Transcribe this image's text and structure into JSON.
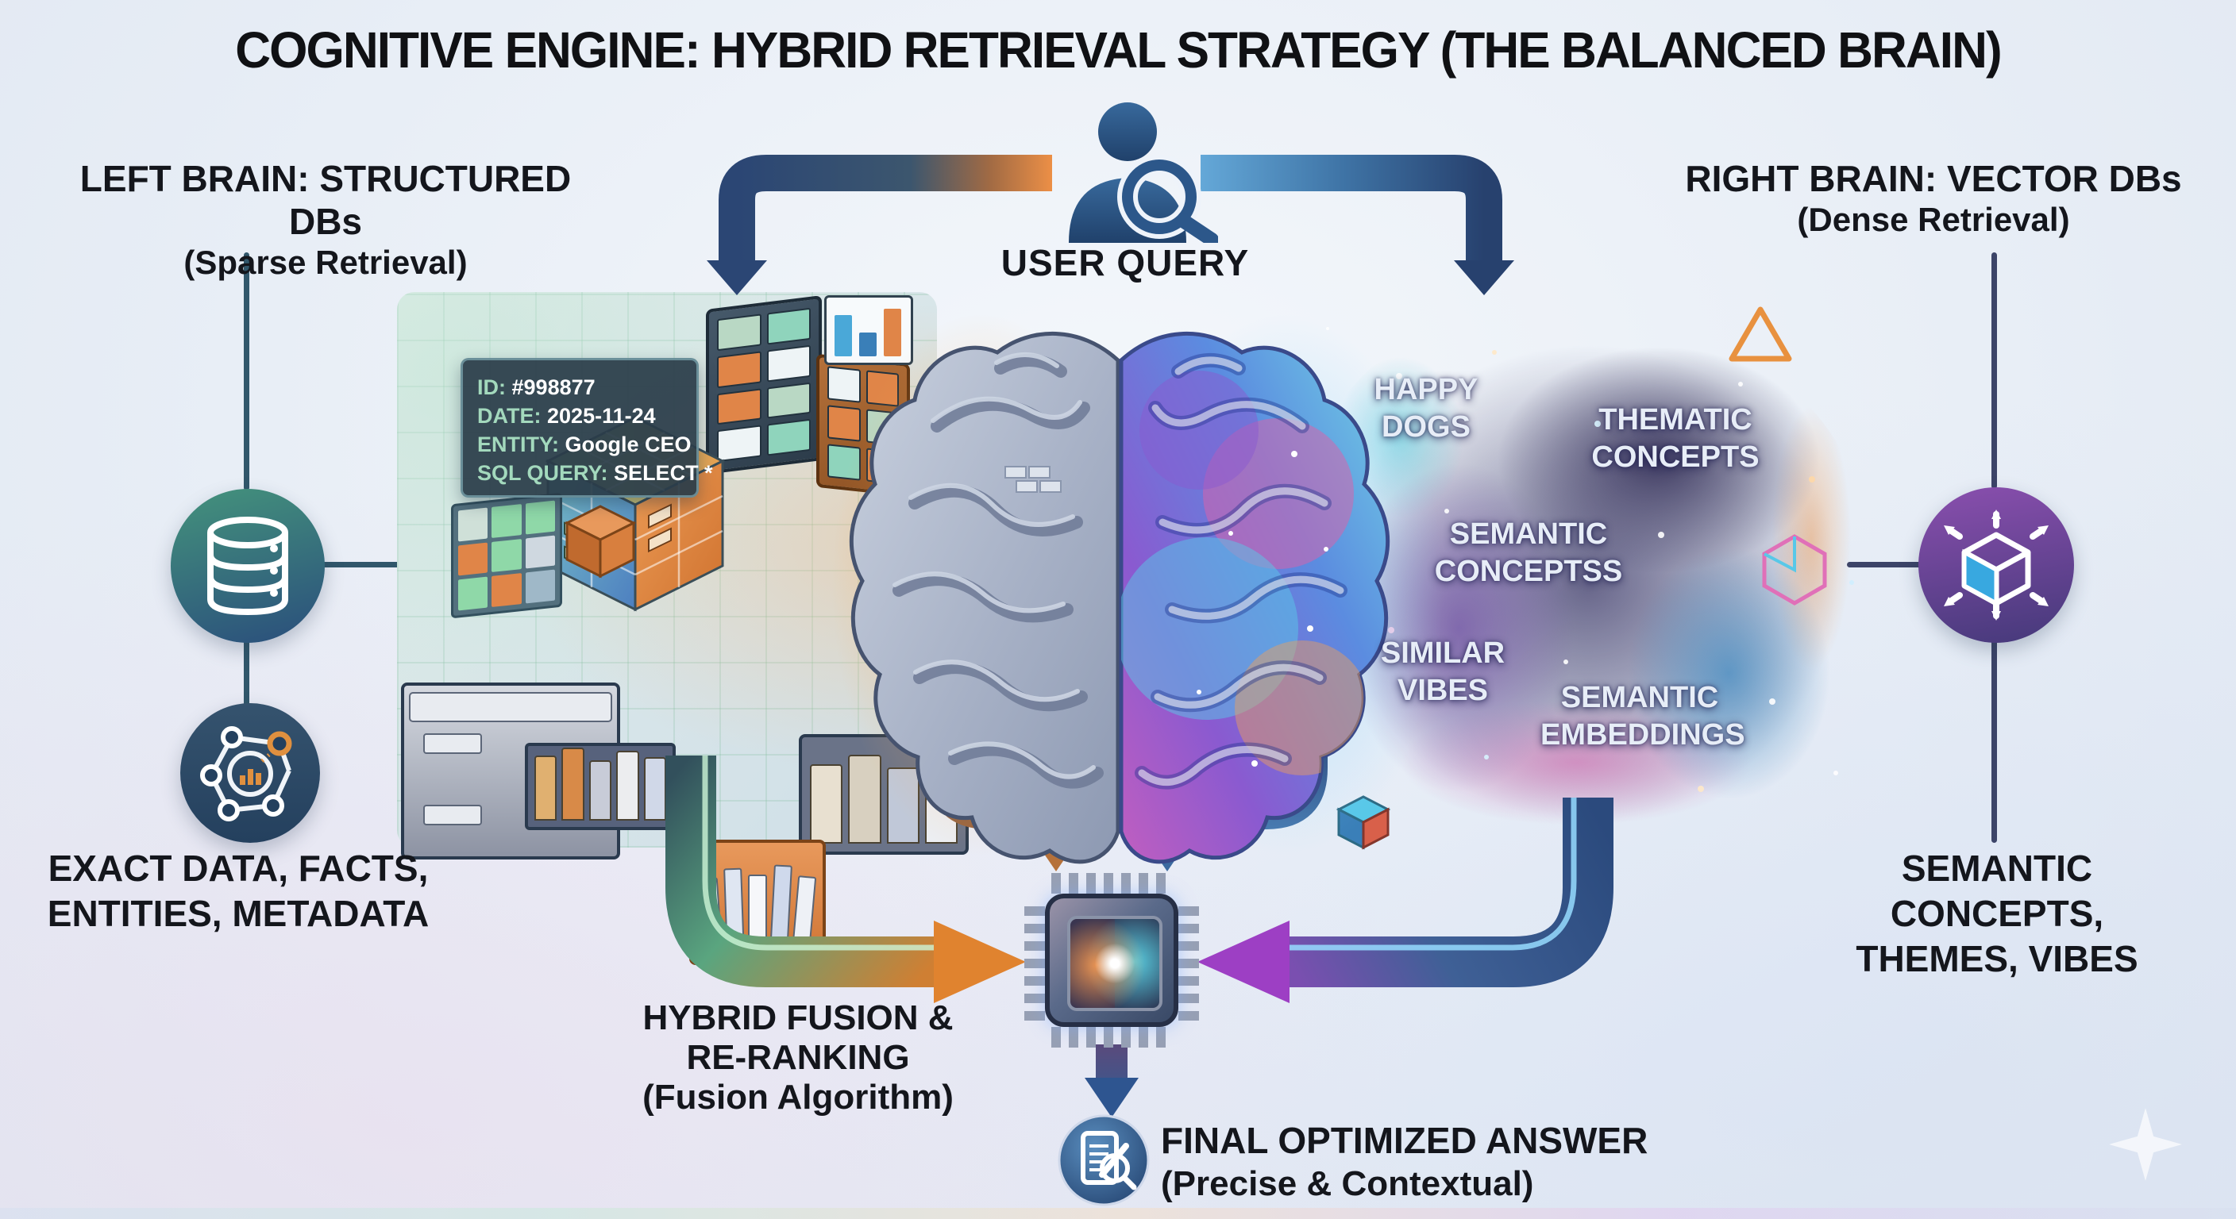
{
  "title": "COGNITIVE ENGINE: HYBRID RETRIEVAL STRATEGY (THE BALANCED BRAIN)",
  "user_query": {
    "label": "USER QUERY"
  },
  "left_brain": {
    "heading": "LEFT BRAIN: STRUCTURED DBs",
    "subheading": "(Sparse Retrieval)",
    "output_line1": "EXACT DATA, FACTS,",
    "output_line2": "ENTITIES, METADATA"
  },
  "right_brain": {
    "heading": "RIGHT BRAIN: VECTOR DBs",
    "subheading": "(Dense Retrieval)",
    "output_line1": "SEMANTIC CONCEPTS,",
    "output_line2": "THEMES, VIBES"
  },
  "sql_panel": {
    "rows": [
      {
        "label": "ID:",
        "value": "#998877"
      },
      {
        "label": "DATE:",
        "value": "2025-11-24"
      },
      {
        "label": "ENTITY:",
        "value": "Google CEO"
      },
      {
        "label": "SQL QUERY:",
        "value": "SELECT *"
      }
    ]
  },
  "vector_labels": {
    "happy_dogs": {
      "line1": "HAPPY",
      "line2": "DOGS"
    },
    "thematic_concepts": {
      "line1": "THEMATIC",
      "line2": "CONCEPTS"
    },
    "semantic_conceptss": {
      "line1": "SEMANTIC",
      "line2": "CONCEPTSS"
    },
    "similar_vibes": {
      "line1": "SIMILAR",
      "line2": "VIBES"
    },
    "semantic_embeddings": {
      "line1": "SEMANTIC",
      "line2": "EMBEDDINGS"
    }
  },
  "fusion": {
    "line1": "HYBRID FUSION &",
    "line2": "RE-RANKING",
    "line3": "(Fusion Algorithm)"
  },
  "final_answer": {
    "line1": "FINAL OPTIMIZED ANSWER",
    "line2": "(Precise & Contextual)"
  },
  "icons": {
    "user_query": "person-with-magnifier-icon",
    "structured_db": "database-cylinder-icon",
    "knowledge_graph": "network-graph-icon",
    "vector_space": "cube-arrows-icon",
    "fusion_chip": "cpu-chip-icon",
    "final_answer": "document-pen-magnifier-icon",
    "sparkle": "four-point-star-icon"
  },
  "colors": {
    "background": "#e8eef6",
    "title": "#101114",
    "arrow_orange": "#e0812f",
    "arrow_navy": "#2b4a7d",
    "arrow_blue": "#4a7fb5",
    "arrow_purple": "#9d3fc4",
    "arrow_green": "#66b487",
    "panel_bg": "#2a3c49",
    "panel_label": "#a3d9bd",
    "panel_value": "#ffffff",
    "left_circle": "#3f8f7a",
    "right_circle": "#8a4fae"
  }
}
